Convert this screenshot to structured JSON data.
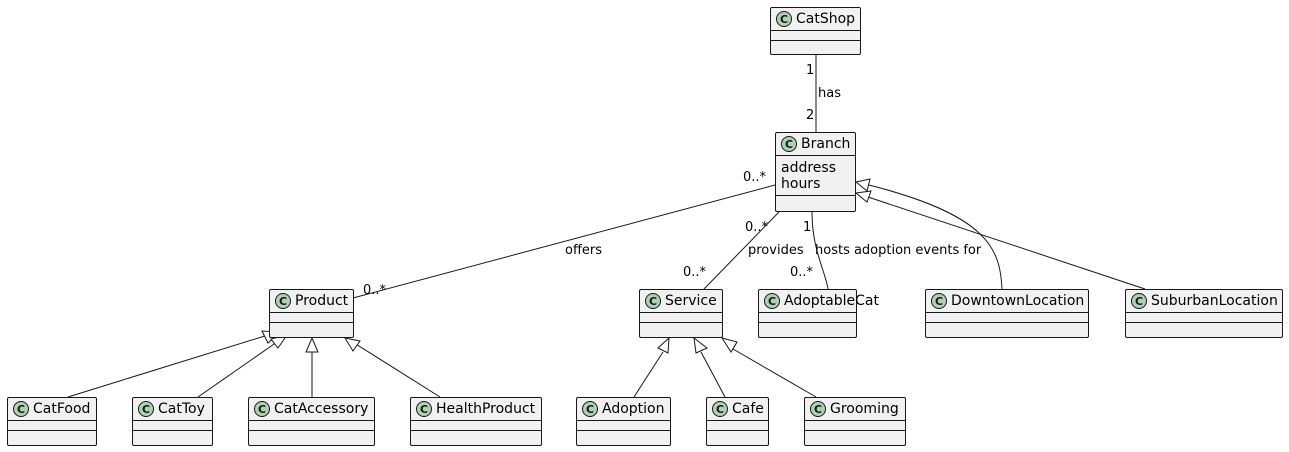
{
  "classes": {
    "catshop": {
      "name": "CatShop",
      "icon": "C"
    },
    "branch": {
      "name": "Branch",
      "icon": "C",
      "attributes": [
        "address",
        "hours"
      ]
    },
    "product": {
      "name": "Product",
      "icon": "C"
    },
    "service": {
      "name": "Service",
      "icon": "C"
    },
    "adoptablecat": {
      "name": "AdoptableCat",
      "icon": "C"
    },
    "downtown": {
      "name": "DowntownLocation",
      "icon": "C"
    },
    "suburban": {
      "name": "SuburbanLocation",
      "icon": "C"
    },
    "catfood": {
      "name": "CatFood",
      "icon": "C"
    },
    "cattoy": {
      "name": "CatToy",
      "icon": "C"
    },
    "cataccessory": {
      "name": "CatAccessory",
      "icon": "C"
    },
    "healthproduct": {
      "name": "HealthProduct",
      "icon": "C"
    },
    "adoption": {
      "name": "Adoption",
      "icon": "C"
    },
    "cafe": {
      "name": "Cafe",
      "icon": "C"
    },
    "grooming": {
      "name": "Grooming",
      "icon": "C"
    }
  },
  "associations": {
    "has": {
      "label": "has",
      "from_mult": "1",
      "to_mult": "2"
    },
    "offers": {
      "label": "offers",
      "from_mult": "0..*",
      "to_mult": "0..*"
    },
    "provides": {
      "label": "provides",
      "from_mult": "0..*",
      "to_mult": "0..*"
    },
    "hosts": {
      "label": "hosts adoption events for",
      "from_mult": "1",
      "to_mult": "0..*"
    }
  },
  "colors": {
    "class_fill": "#f1f1f1",
    "circle_fill": "#add1b2",
    "line": "#181818"
  }
}
